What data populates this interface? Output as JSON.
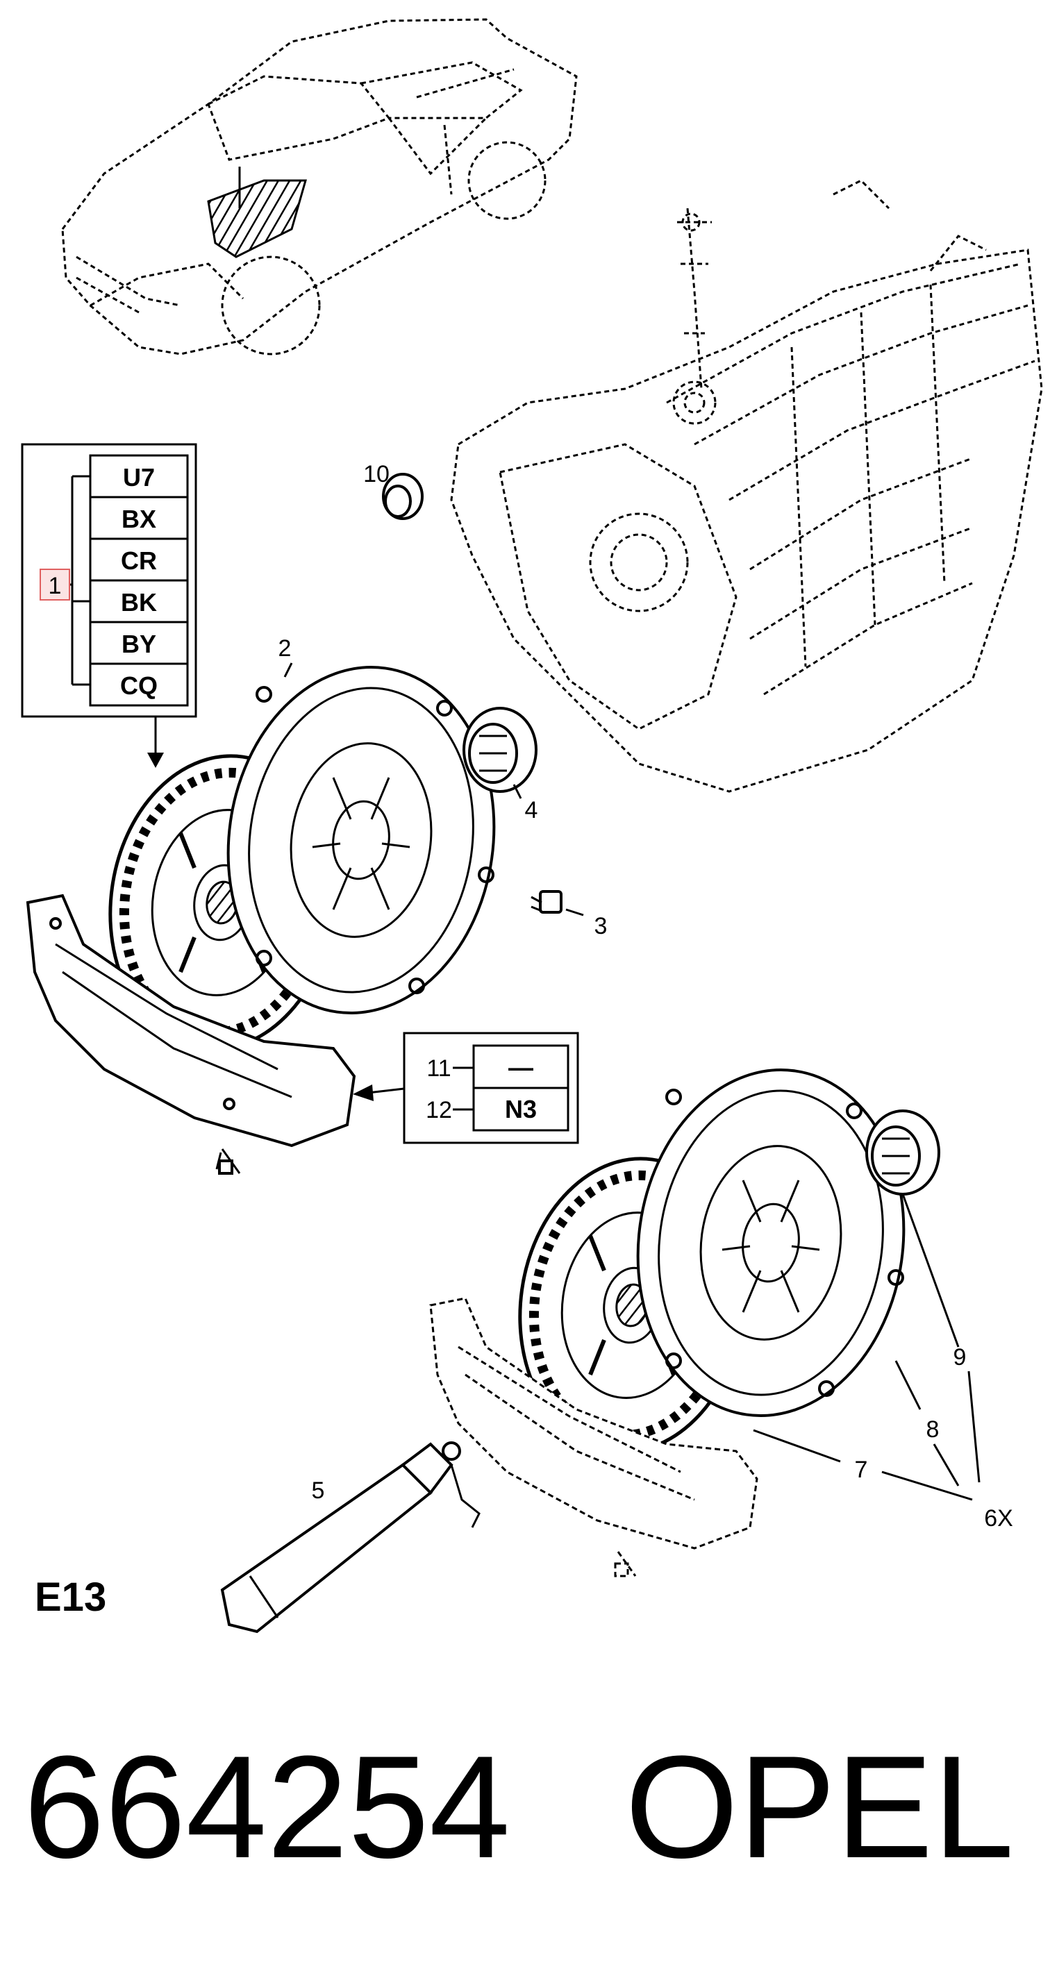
{
  "group_code": "E13",
  "part_number": "664254",
  "brand": "OPEL",
  "variant_table": {
    "ref": "1",
    "codes": [
      "U7",
      "BX",
      "CR",
      "BK",
      "BY",
      "CQ"
    ]
  },
  "option_table": {
    "rows": [
      {
        "ref": "11",
        "code": "—"
      },
      {
        "ref": "12",
        "code": "N3"
      }
    ]
  },
  "callouts": [
    "2",
    "3",
    "4",
    "5",
    "6X",
    "7",
    "8",
    "9",
    "10"
  ]
}
